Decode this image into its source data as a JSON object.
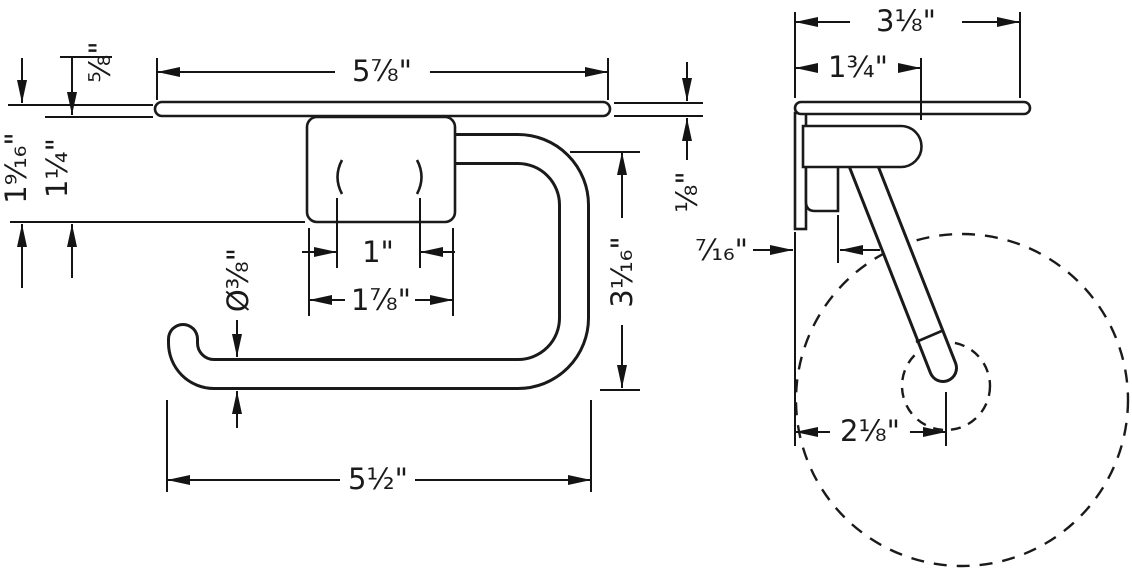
{
  "colors": {
    "line": "#1a1a1a",
    "background": "#ffffff"
  },
  "front": {
    "shelf_width": "5⅞\"",
    "shelf_gap": "⅝\"",
    "drop_total": "1⁹⁄₁₆\"",
    "plate_drop": "1¼\"",
    "hole_spacing": "1\"",
    "plate_width": "1⅞\"",
    "bar_diameter": "Ø⅜\"",
    "overall_width": "5½\"",
    "overall_height": "3¹⁄₁₆\"",
    "shelf_thickness": "⅛\""
  },
  "side": {
    "shelf_depth": "3⅛\"",
    "front_depth": "1¾\"",
    "wall_clearance": "⁷⁄₁₆\"",
    "roll_center": "2⅛\""
  }
}
